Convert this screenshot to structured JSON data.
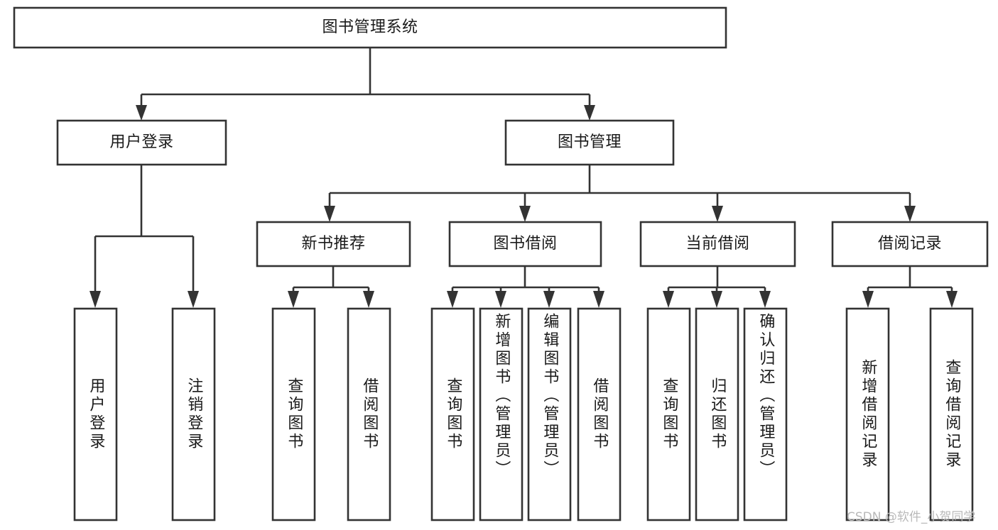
{
  "diagram": {
    "type": "tree",
    "title": "图书管理系统",
    "watermark": "CSDN @软件_小贺同学",
    "colors": {
      "stroke": "#333333",
      "fill": "#ffffff",
      "text": "#1a1a1a",
      "watermark": "#b9b9b9"
    },
    "nodes": {
      "root": {
        "label": "图书管理系统",
        "level": 0
      },
      "l2_a": {
        "label": "用户登录",
        "level": 1
      },
      "l2_b": {
        "label": "图书管理",
        "level": 1
      },
      "l3_a": {
        "label": "新书推荐",
        "level": 2
      },
      "l3_b": {
        "label": "图书借阅",
        "level": 2
      },
      "l3_c": {
        "label": "当前借阅",
        "level": 2
      },
      "l3_d": {
        "label": "借阅记录",
        "level": 2
      },
      "leaf_01": {
        "label": "用户登录",
        "level": 3,
        "parent": "用户登录"
      },
      "leaf_02": {
        "label": "注销登录",
        "level": 3,
        "parent": "用户登录"
      },
      "leaf_03": {
        "label": "查询图书",
        "level": 3,
        "parent": "新书推荐"
      },
      "leaf_04": {
        "label": "借阅图书",
        "level": 3,
        "parent": "新书推荐"
      },
      "leaf_05": {
        "label": "查询图书",
        "level": 3,
        "parent": "图书借阅"
      },
      "leaf_06": {
        "label": "新增图书（管理员）",
        "level": 3,
        "parent": "图书借阅"
      },
      "leaf_07": {
        "label": "编辑图书（管理员）",
        "level": 3,
        "parent": "图书借阅"
      },
      "leaf_08": {
        "label": "借阅图书",
        "level": 3,
        "parent": "图书借阅"
      },
      "leaf_09": {
        "label": "查询图书",
        "level": 3,
        "parent": "当前借阅"
      },
      "leaf_10": {
        "label": "归还图书",
        "level": 3,
        "parent": "当前借阅"
      },
      "leaf_11": {
        "label": "确认归还（管理员）",
        "level": 3,
        "parent": "当前借阅"
      },
      "leaf_12": {
        "label": "新增借阅记录",
        "level": 3,
        "parent": "借阅记录"
      },
      "leaf_13": {
        "label": "查询借阅记录",
        "level": 3,
        "parent": "借阅记录"
      }
    }
  }
}
